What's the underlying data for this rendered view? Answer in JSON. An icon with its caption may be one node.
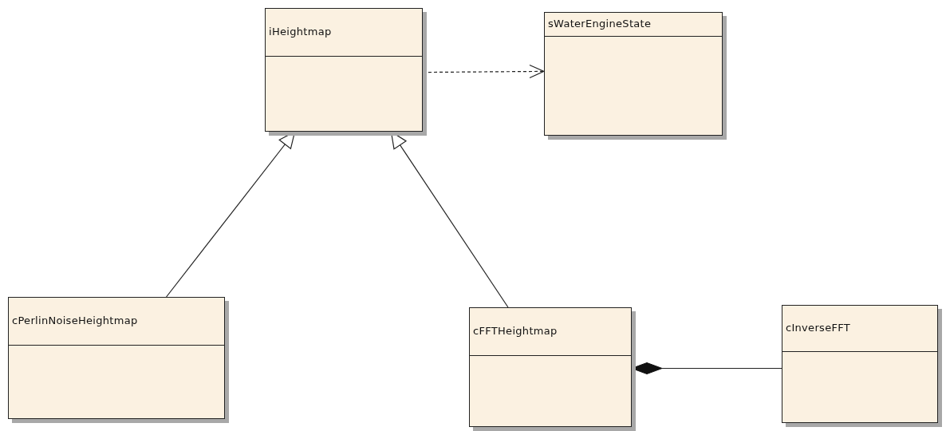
{
  "diagram": {
    "nodes": [
      {
        "text": [
          "iHeightmap"
        ]
      },
      {
        "text": [
          "sWaterEngineState"
        ]
      },
      {
        "text": [
          "cPerlinNoiseHeightmap"
        ]
      },
      {
        "text": [
          "cFFTHeightmap"
        ]
      },
      {
        "text": [
          "cInverseFFT"
        ]
      }
    ],
    "edges": [
      {
        "from": 0,
        "to": 1,
        "arrow": "to",
        "style": "dashed"
      },
      {
        "from": 2,
        "to": 0,
        "arrow": "to"
      },
      {
        "from": 3,
        "to": 0,
        "arrow": "to"
      },
      {
        "from": 4,
        "to": 3,
        "arrow": "other"
      }
    ]
  }
}
